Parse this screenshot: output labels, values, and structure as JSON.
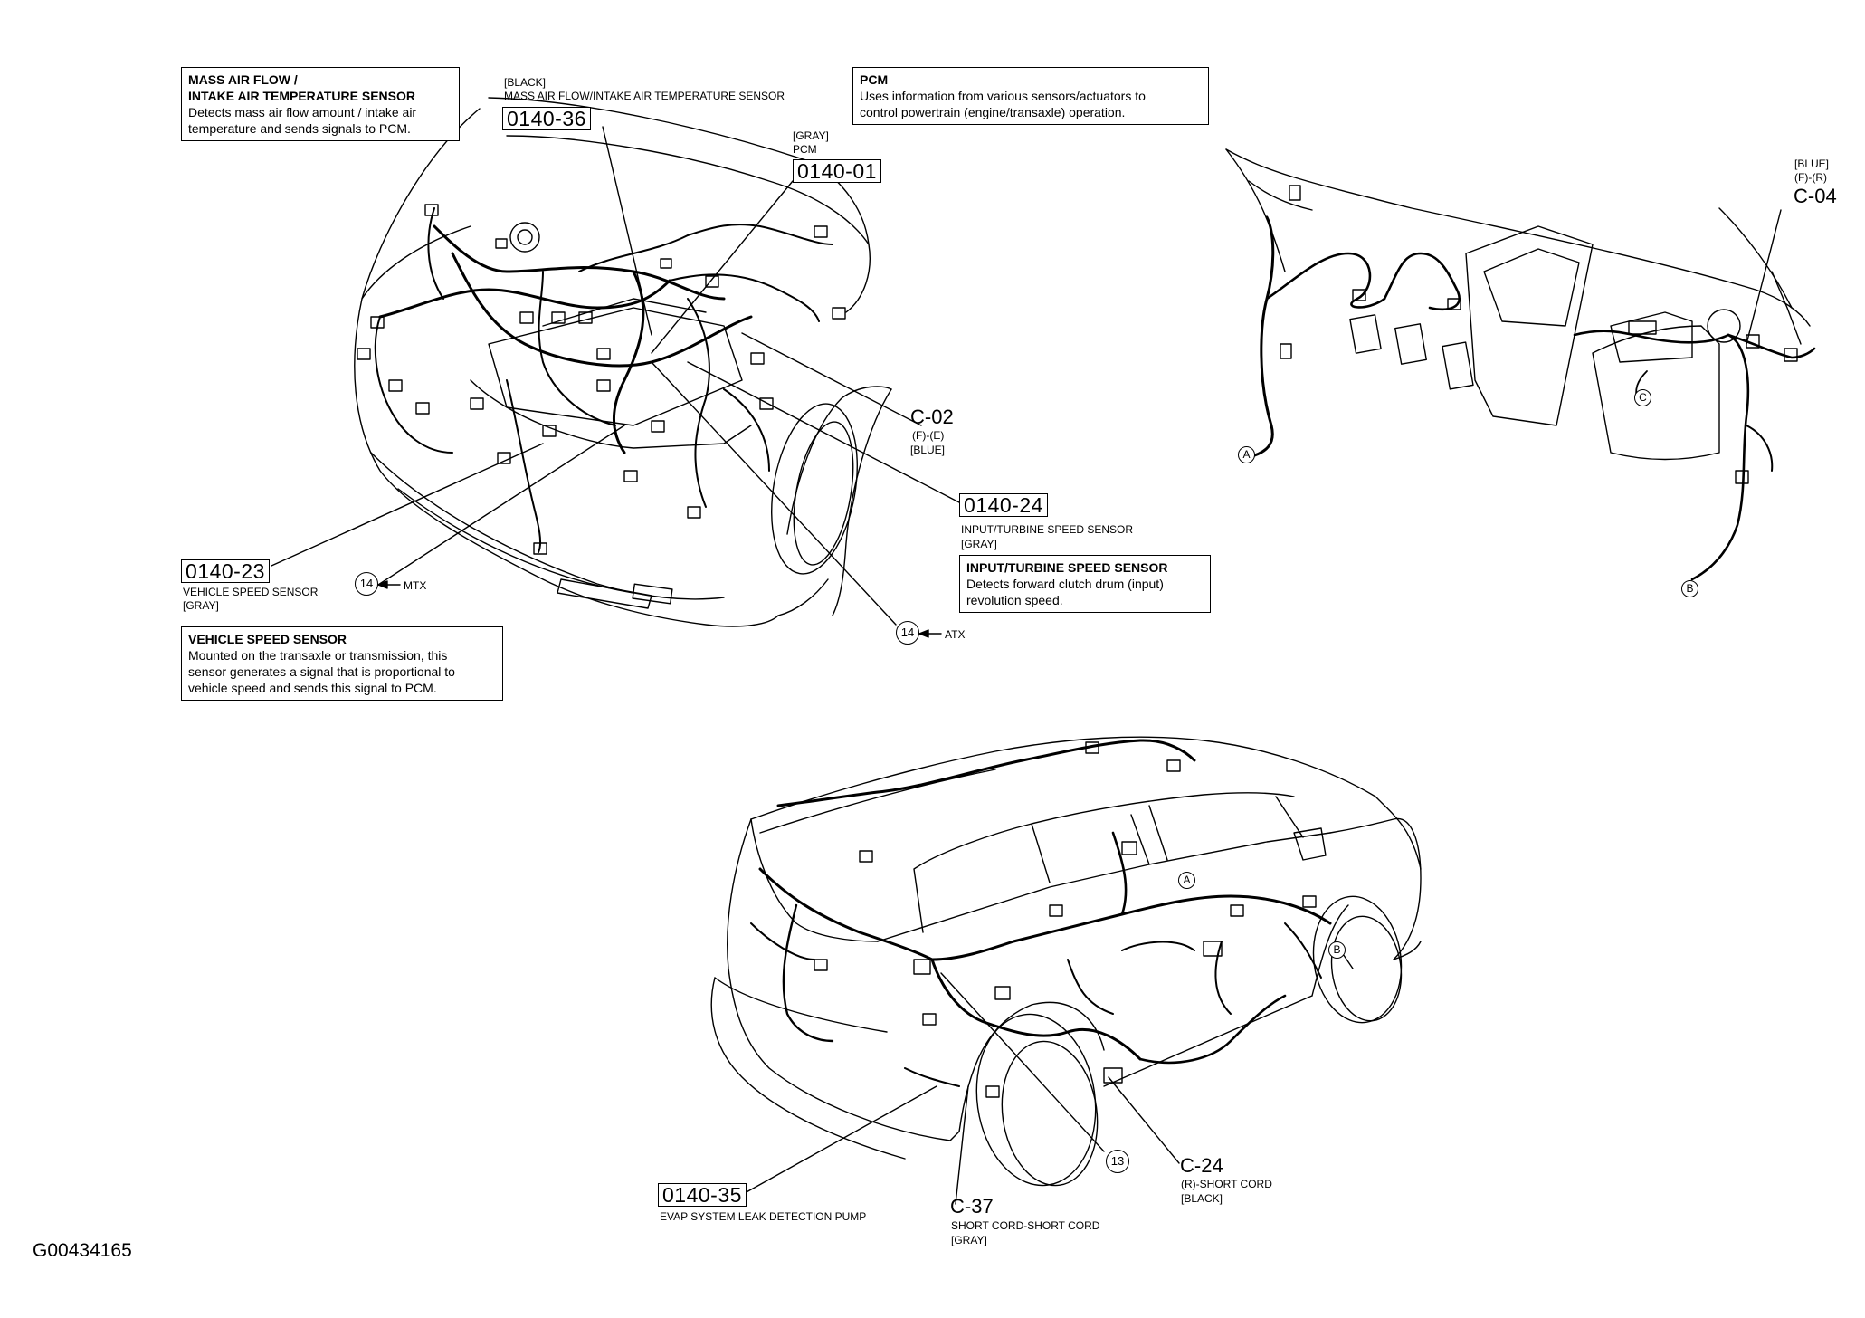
{
  "callouts": {
    "maf_box": {
      "title_1": "MASS AIR FLOW /",
      "title_2": "INTAKE AIR TEMPERATURE SENSOR",
      "desc_1": "Detects mass air flow amount / intake air",
      "desc_2": "temperature and sends signals to PCM."
    },
    "pcm_box": {
      "title": "PCM",
      "desc_1": "Uses information from various sensors/actuators to",
      "desc_2": "control powertrain (engine/transaxle) operation."
    },
    "itss_box": {
      "title": "INPUT/TURBINE SPEED SENSOR",
      "desc_1": "Detects forward clutch drum (input)",
      "desc_2": "revolution speed."
    },
    "vss_box": {
      "title": "VEHICLE SPEED SENSOR",
      "desc_1": "Mounted on the transaxle or transmission, this",
      "desc_2": "sensor generates a signal that is proportional to",
      "desc_3": "vehicle speed and sends this signal to PCM."
    }
  },
  "connectors": {
    "c0140_36": {
      "color": "[BLACK]",
      "name": "MASS AIR FLOW/INTAKE AIR TEMPERATURE SENSOR",
      "code": "0140-36"
    },
    "c0140_01": {
      "color": "[GRAY]",
      "name": "PCM",
      "code": "0140-01"
    },
    "c02": {
      "code": "C-02",
      "sub": "(F)-(E)",
      "color": "[BLUE]"
    },
    "c0140_24": {
      "code": "0140-24",
      "name": "INPUT/TURBINE SPEED SENSOR",
      "color": "[GRAY]"
    },
    "c0140_23": {
      "code": "0140-23",
      "name": "VEHICLE SPEED SENSOR",
      "color": "[GRAY]"
    },
    "c04": {
      "color": "[BLUE]",
      "sub": "(F)-(R)",
      "code": "C-04"
    },
    "c0140_35": {
      "code": "0140-35",
      "name": "EVAP SYSTEM LEAK DETECTION PUMP"
    },
    "c24": {
      "code": "C-24",
      "sub": "(R)-SHORT CORD",
      "color": "[BLACK]"
    },
    "c37": {
      "code": "C-37",
      "name": "SHORT CORD-SHORT CORD",
      "color": "[GRAY]"
    }
  },
  "refs": {
    "ground_14": "14",
    "mtx": "MTX",
    "atx": "ATX",
    "ground_13": "13",
    "point_a": "A",
    "point_b": "B",
    "point_c": "C"
  },
  "figure_id": "G00434165"
}
